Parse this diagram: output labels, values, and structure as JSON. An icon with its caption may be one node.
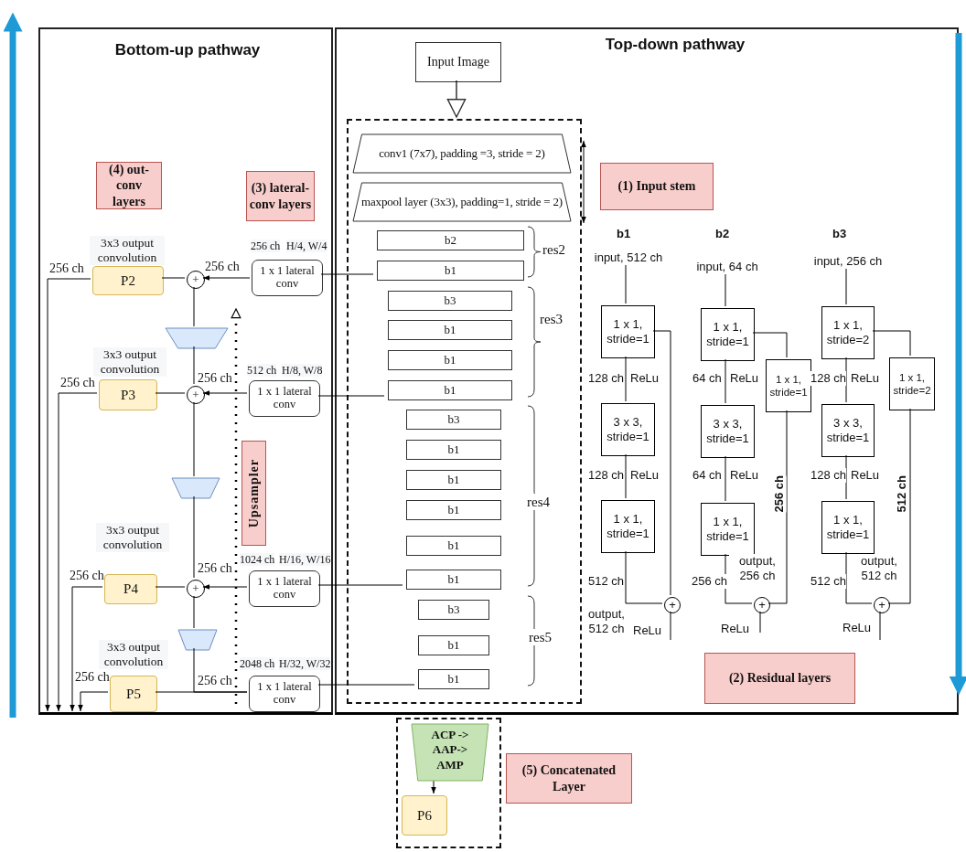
{
  "diagram": {
    "nodes": [
      {
        "text": [
          "Bottom-up pathway"
        ]
      },
      {
        "text": [
          "Top-down pathway"
        ]
      },
      {
        "text": [
          "(4) out-conv layers"
        ],
        "in": 0
      },
      {
        "text": [
          "(3) lateral-conv layers"
        ],
        "in": 0
      },
      {
        "text": [
          "P2"
        ],
        "in": 0,
        "beside": [
          "3x3 output convolution"
        ]
      },
      {
        "text": [
          "P3"
        ],
        "in": 0,
        "beside": [
          "3x3 output convolution"
        ]
      },
      {
        "text": [
          "P4"
        ],
        "in": 0,
        "beside": [
          "3x3 output convolution"
        ]
      },
      {
        "text": [
          "P5"
        ],
        "in": 0,
        "beside": [
          "3x3 output convolution"
        ]
      },
      {
        "text": [
          "+"
        ],
        "in": 0
      },
      {
        "text": [
          "+"
        ],
        "in": 0
      },
      {
        "text": [
          "+"
        ],
        "in": 0
      },
      {
        "text": [],
        "shape": "trapezoid",
        "in": 0
      },
      {
        "text": [],
        "shape": "trapezoid",
        "in": 0
      },
      {
        "text": [],
        "shape": "trapezoid",
        "in": 0
      },
      {
        "text": [
          "1 x 1 lateral conv"
        ],
        "in": 0,
        "beside": [
          "256 ch",
          "H/4, W/4"
        ]
      },
      {
        "text": [
          "1 x 1 lateral conv"
        ],
        "in": 0,
        "beside": [
          "512 ch",
          "H/8, W/8"
        ]
      },
      {
        "text": [
          "1 x 1 lateral conv"
        ],
        "in": 0,
        "beside": [
          "1024 ch",
          "H/16, W/16"
        ]
      },
      {
        "text": [
          "1 x 1 lateral conv"
        ],
        "in": 0,
        "beside": [
          "2048 ch",
          "H/32, W/32"
        ]
      },
      {
        "text": [
          "Upsampler"
        ],
        "in": 0
      },
      {
        "text": [
          "Input Image"
        ],
        "in": 1
      },
      {
        "text": [],
        "shape": "box",
        "in": 1
      },
      {
        "text": [
          "conv1 (7x7), padding =3,  stride = 2)"
        ],
        "in": 20
      },
      {
        "text": [
          "maxpool layer (3x3), padding=1, stride = 2)"
        ],
        "in": 20
      },
      {
        "text": [
          "b2"
        ],
        "in": 20
      },
      {
        "text": [
          "b1"
        ],
        "in": 20
      },
      {
        "text": [
          "b3"
        ],
        "in": 20
      },
      {
        "text": [
          "b1"
        ],
        "in": 20
      },
      {
        "text": [
          "b1"
        ],
        "in": 20
      },
      {
        "text": [
          "b1"
        ],
        "in": 20
      },
      {
        "text": [
          "b3"
        ],
        "in": 20
      },
      {
        "text": [
          "b1"
        ],
        "in": 20
      },
      {
        "text": [
          "b1"
        ],
        "in": 20
      },
      {
        "text": [
          "b1"
        ],
        "in": 20
      },
      {
        "text": [
          "b1"
        ],
        "in": 20
      },
      {
        "text": [
          "b1"
        ],
        "in": 20
      },
      {
        "text": [
          "b3"
        ],
        "in": 20
      },
      {
        "text": [
          "b1"
        ],
        "in": 20
      },
      {
        "text": [
          "b1"
        ],
        "in": 20
      },
      {
        "text": [
          "(1) Input stem"
        ],
        "in": 1
      },
      {
        "text": [
          "(2) Residual layers"
        ],
        "in": 1
      },
      {
        "text": [
          "input, 512 ch"
        ],
        "in": 1
      },
      {
        "text": [
          "1 x 1, stride=1"
        ],
        "in": 1
      },
      {
        "text": [
          "3 x 3, stride=1"
        ],
        "in": 1
      },
      {
        "text": [
          "1 x 1, stride=1"
        ],
        "in": 1
      },
      {
        "text": [
          "+"
        ],
        "in": 1
      },
      {
        "text": [
          "input, 64 ch"
        ],
        "in": 1
      },
      {
        "text": [
          "1 x 1, stride=1"
        ],
        "in": 1
      },
      {
        "text": [
          "3 x 3, stride=1"
        ],
        "in": 1
      },
      {
        "text": [
          "1 x 1, stride=1"
        ],
        "in": 1
      },
      {
        "text": [
          "1 x 1, stride=1"
        ],
        "in": 1
      },
      {
        "text": [
          "+"
        ],
        "in": 1
      },
      {
        "text": [
          "input, 256 ch"
        ],
        "in": 1
      },
      {
        "text": [
          "1 x 1, stride=2"
        ],
        "in": 1
      },
      {
        "text": [
          "3 x 3, stride=1"
        ],
        "in": 1
      },
      {
        "text": [
          "1 x 1, stride=1"
        ],
        "in": 1
      },
      {
        "text": [
          "1 x 1, stride=2"
        ],
        "in": 1
      },
      {
        "text": [
          "+"
        ],
        "in": 1
      },
      {
        "text": [],
        "shape": "box"
      },
      {
        "text": [
          "ACP -> AAP-> AMP"
        ],
        "in": 57
      },
      {
        "text": [
          "P6"
        ],
        "in": 57
      },
      {
        "text": [
          "(5) Concatenated Layer"
        ]
      }
    ],
    "edges": [
      {
        "from": 14,
        "to": 8,
        "arrow": "to",
        "label": "256 ch"
      },
      {
        "from": 8,
        "to": 4,
        "arrow": "none"
      },
      {
        "from": 15,
        "to": 9,
        "arrow": "to",
        "label": "256 ch"
      },
      {
        "from": 9,
        "to": 5,
        "arrow": "none"
      },
      {
        "from": 16,
        "to": 10,
        "arrow": "to",
        "label": "256 ch"
      },
      {
        "from": 10,
        "to": 6,
        "arrow": "none"
      },
      {
        "from": 17,
        "to": 7,
        "arrow": "none",
        "label": "256 ch"
      },
      {
        "from": 8,
        "to": 11,
        "arrow": "none"
      },
      {
        "from": 11,
        "to": 9,
        "arrow": "none"
      },
      {
        "from": 9,
        "to": 12,
        "arrow": "none"
      },
      {
        "from": 12,
        "to": 10,
        "arrow": "none"
      },
      {
        "from": 10,
        "to": 13,
        "arrow": "none"
      },
      {
        "from": 17,
        "to": 13,
        "arrow": "none"
      },
      {
        "from": 4,
        "to": null,
        "arrow": "to",
        "label": "256 ch"
      },
      {
        "from": 5,
        "to": null,
        "arrow": "to",
        "label": "256 ch"
      },
      {
        "from": 6,
        "to": null,
        "arrow": "to",
        "label": "256 ch"
      },
      {
        "from": 7,
        "to": null,
        "arrow": "to",
        "label": "256 ch"
      },
      {
        "from": 24,
        "to": 14,
        "arrow": "none"
      },
      {
        "from": 28,
        "to": 15,
        "arrow": "none"
      },
      {
        "from": 34,
        "to": 16,
        "arrow": "none"
      },
      {
        "from": 37,
        "to": 17,
        "arrow": "none"
      },
      {
        "from": 19,
        "to": 20,
        "arrow": "to"
      },
      {
        "from": 40,
        "to": 41,
        "arrow": "none"
      },
      {
        "from": 41,
        "to": 42,
        "arrow": "none"
      },
      {
        "from": 42,
        "to": 43,
        "arrow": "none"
      },
      {
        "from": 43,
        "to": 44,
        "arrow": "none"
      },
      {
        "from": 41,
        "to": 44,
        "arrow": "none"
      },
      {
        "from": 44,
        "to": null,
        "arrow": "none"
      },
      {
        "from": 45,
        "to": 46,
        "arrow": "none"
      },
      {
        "from": 46,
        "to": 47,
        "arrow": "none"
      },
      {
        "from": 47,
        "to": 48,
        "arrow": "none"
      },
      {
        "from": 48,
        "to": 50,
        "arrow": "none"
      },
      {
        "from": 46,
        "to": 49,
        "arrow": "none"
      },
      {
        "from": 49,
        "to": 50,
        "arrow": "none"
      },
      {
        "from": 50,
        "to": null,
        "arrow": "none"
      },
      {
        "from": 51,
        "to": 52,
        "arrow": "none"
      },
      {
        "from": 52,
        "to": 53,
        "arrow": "none"
      },
      {
        "from": 53,
        "to": 54,
        "arrow": "none"
      },
      {
        "from": 54,
        "to": 56,
        "arrow": "none"
      },
      {
        "from": 52,
        "to": 55,
        "arrow": "none"
      },
      {
        "from": 55,
        "to": 56,
        "arrow": "none"
      },
      {
        "from": 56,
        "to": null,
        "arrow": "none"
      },
      {
        "from": 58,
        "to": 59,
        "arrow": "to"
      }
    ],
    "labels": [
      "res2",
      "res3",
      "res4",
      "res5",
      "b1",
      "b2",
      "b3",
      "128 ch",
      "ReLu",
      "64 ch",
      "ReLu",
      "128 ch",
      "ReLu",
      "128 ch",
      "ReLu",
      "64 ch",
      "ReLu",
      "128 ch",
      "ReLu",
      "256 ch",
      "512 ch",
      "512 ch",
      "output, 256 ch",
      "256 ch",
      "output, 512 ch",
      "512 ch",
      "output, 512 ch",
      "ReLu",
      "ReLu",
      "ReLu"
    ]
  }
}
